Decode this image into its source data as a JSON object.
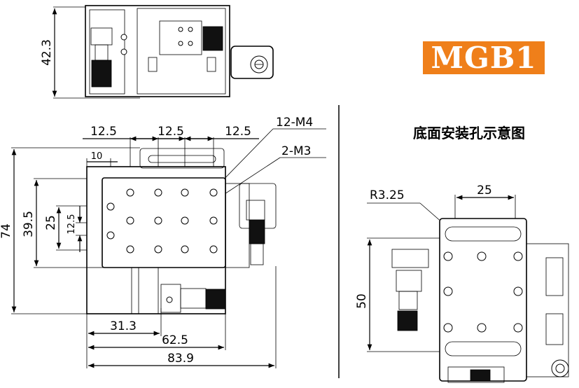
{
  "model": "MGB1",
  "caption": "底面安装孔示意图",
  "top_view": {
    "height_dim": "42.3"
  },
  "front_view": {
    "pitch_1": "12.5",
    "pitch_2": "12.5",
    "pitch_3": "12.5",
    "offset_10": "10",
    "holes_m4": "12-M4",
    "holes_m3": "2-M3",
    "height_74": "74",
    "height_39_5": "39.5",
    "height_25": "25",
    "height_12_5": "12.5",
    "width_31_3": "31.3",
    "width_62_5": "62.5",
    "width_83_9": "83.9"
  },
  "bottom_view": {
    "radius": "R3.25",
    "slot_span": "25",
    "height_50": "50"
  }
}
